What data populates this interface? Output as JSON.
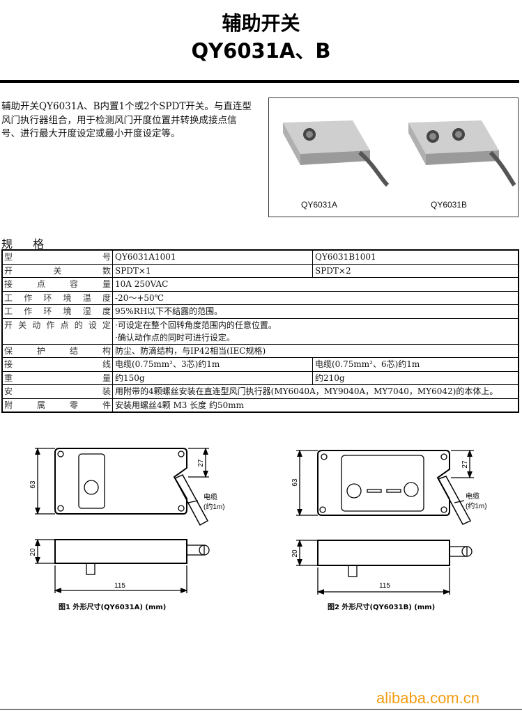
{
  "header": {
    "title": "辅助开关",
    "model": "QY6031A、B"
  },
  "intro": "辅助开关QY6031A、B内置1个或2个SPDT开关。与直连型风门执行器组合，用于检测风门开度位置并转换成接点信号、进行最大开度设定或最小开度设定等。",
  "photos": {
    "label_a": "QY6031A",
    "label_b": "QY6031B"
  },
  "spec": {
    "heading": "规 格",
    "rows": [
      {
        "label": "型号",
        "a": "QY6031A1001",
        "b": "QY6031B1001"
      },
      {
        "label": "开关数",
        "a": "SPDT×1",
        "b": "SPDT×2"
      },
      {
        "label": "接点容量",
        "a": "10A 250VAC"
      },
      {
        "label": "工作环境温度",
        "a": "-20～+50℃"
      },
      {
        "label": "工作环境湿度",
        "a": "95%RH以下不结露的范围。"
      },
      {
        "label": "开关动作点的设定",
        "a": "·可设定在整个回转角度范围内的任意位置。",
        "a2": "·确认动作点的同时可进行设定。"
      },
      {
        "label": "保护结构",
        "a": "防尘、防滴结构，与IP42相当(IEC规格)"
      },
      {
        "label": "接线",
        "a": "电缆(0.75mm²、3芯)约1m",
        "b": "电缆(0.75mm²、6芯)约1m"
      },
      {
        "label": "重量",
        "a": "约150g",
        "b": "约210g"
      },
      {
        "label": "安装",
        "a": "用附带的4颗螺丝安装在直连型风门执行器(MY6040A，MY9040A，MY7040，MY6042)的本体上。"
      },
      {
        "label": "附属零件",
        "a": "安装用螺丝4颗  M3   长度   约50mm"
      }
    ]
  },
  "fig1": {
    "h": "63",
    "cable_h": "27",
    "depth": "20",
    "width": "115",
    "cable1": "电缆",
    "cable2": "(约1m)",
    "caption": "图1  外形尺寸(QY6031A) (mm)"
  },
  "fig2": {
    "h": "63",
    "cable_h": "27",
    "depth": "20",
    "width": "115",
    "cable1": "电缆",
    "cable2": "(约1m)",
    "caption": "图2  外形尺寸(QY6031B) (mm)"
  },
  "footer": {
    "brand": "alibaba.com.cn"
  }
}
